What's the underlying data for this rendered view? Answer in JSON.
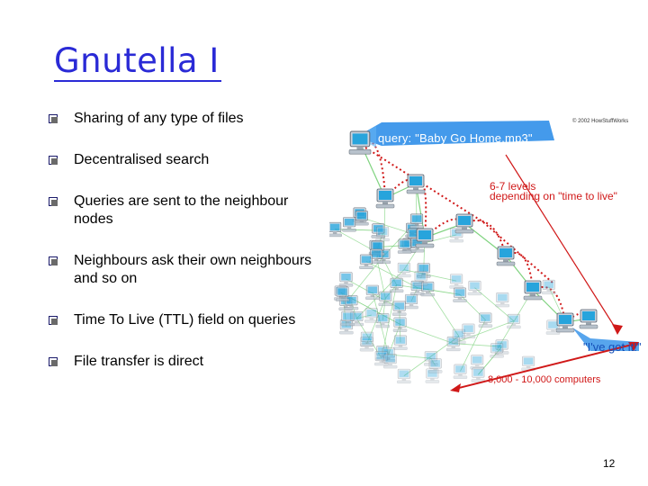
{
  "slide": {
    "title": "Gnutella I",
    "bullets": [
      "Sharing of any type of files",
      "Decentralised search",
      "Queries are sent to the neighbour nodes",
      "Neighbours ask their own neighbours and so on",
      "Time To Live (TTL) field on queries",
      "File transfer is direct"
    ],
    "bullet_icon": "checkbox-square-icon",
    "page_number": "12"
  },
  "figure": {
    "copyright": "© 2002 HowStuffWorks",
    "query_label": "query: \"Baby Go Home.mp3\"",
    "levels_line1": "6-7 levels",
    "levels_line2": "depending on \"time to live\"",
    "found_label": "\"I've got it!\"",
    "count_label": "8,000 - 10,000 computers",
    "icons": [
      "computer-icon",
      "arrow-icon"
    ],
    "colors": {
      "title": "#2a2ad6",
      "query_arrow": "#2f8fe6",
      "hops": "#d01818",
      "links": "#7fd37f"
    }
  }
}
